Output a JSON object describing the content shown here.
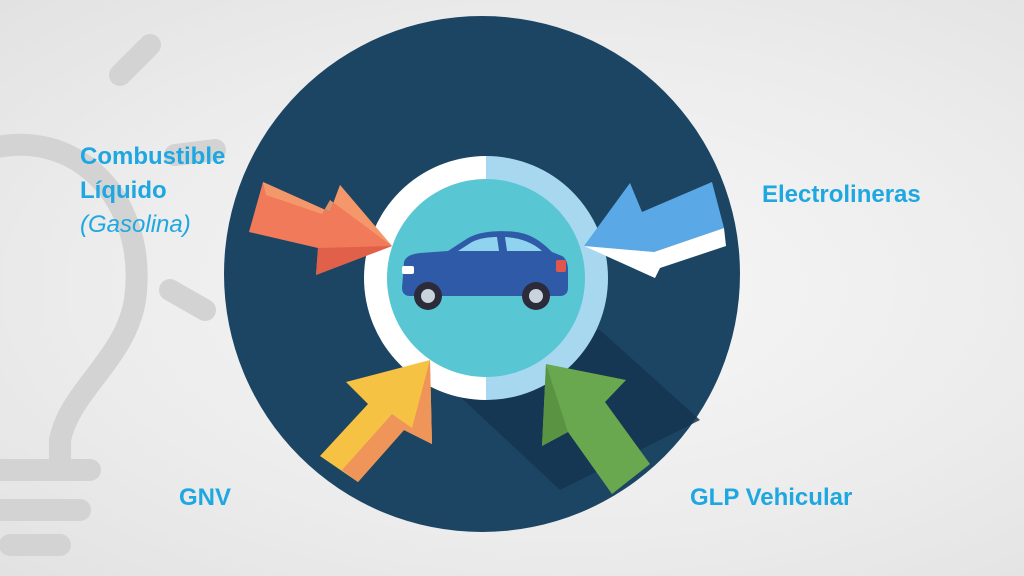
{
  "colors": {
    "label": "#1ea7e1",
    "outer_circle": "#1c4564",
    "shadow": "#153550",
    "ring_left": "#ffffff",
    "ring_right": "#a8d8f0",
    "inner_circle": "#58c6d3",
    "car_body": "#2f5aa8",
    "arrow_orange": "#f07a5a",
    "arrow_blue": "#5aa9e6",
    "arrow_yellow": "#f6c244",
    "arrow_green": "#6aa84f"
  },
  "labels": {
    "liquido": {
      "line1": "Combustible",
      "line2": "Líquido",
      "line3": "(Gasolina)"
    },
    "electrolineras": "Electrolineras",
    "gnv": "GNV",
    "glp": "GLP Vehicular"
  },
  "icons": [
    "lightbulb-icon",
    "car-icon",
    "arrow-icon"
  ]
}
